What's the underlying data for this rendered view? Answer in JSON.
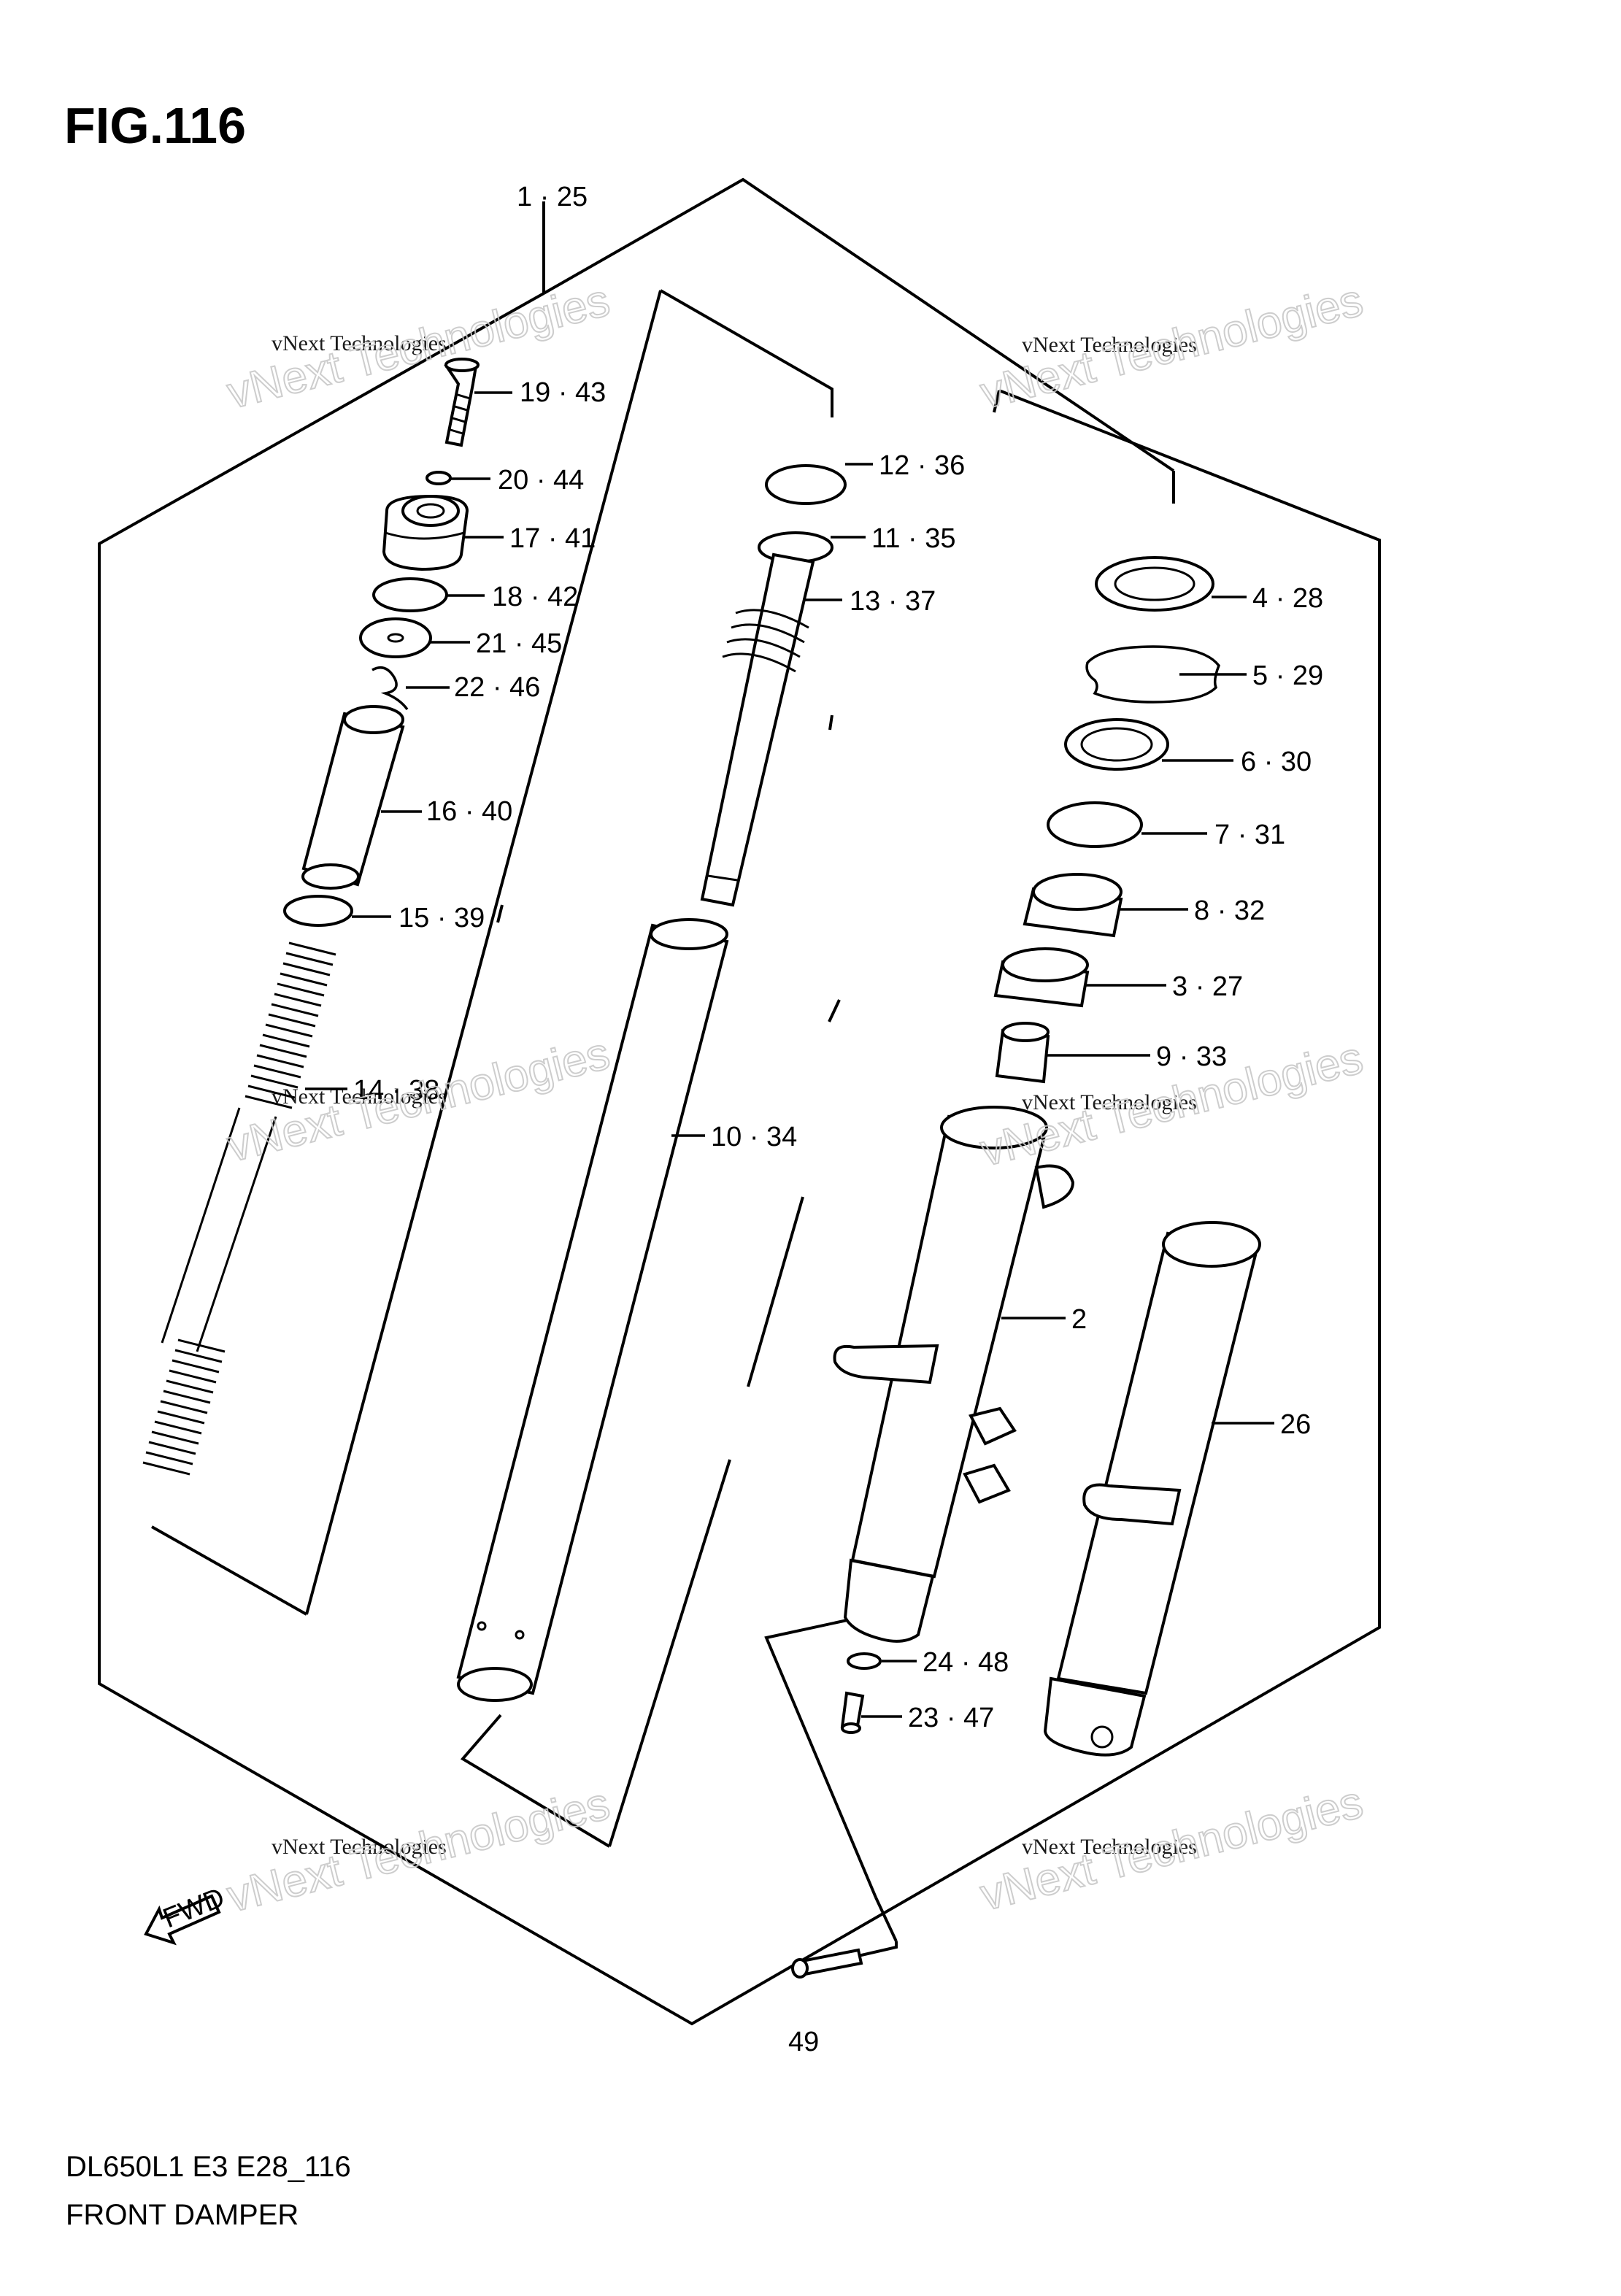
{
  "figure": {
    "title": "FIG.116"
  },
  "footer": {
    "model_code": "DL650L1 E3 E28_116",
    "section_name": "FRONT DAMPER"
  },
  "callouts": [
    {
      "id": "c-1-25",
      "text": "1 · 25"
    },
    {
      "id": "c-19-43",
      "text": "19 · 43"
    },
    {
      "id": "c-20-44",
      "text": "20 · 44"
    },
    {
      "id": "c-17-41",
      "text": "17 · 41"
    },
    {
      "id": "c-18-42",
      "text": "18 · 42"
    },
    {
      "id": "c-21-45",
      "text": "21 · 45"
    },
    {
      "id": "c-22-46",
      "text": "22 · 46"
    },
    {
      "id": "c-16-40",
      "text": "16 · 40"
    },
    {
      "id": "c-15-39",
      "text": "15 · 39"
    },
    {
      "id": "c-14-38",
      "text": "14 · 38"
    },
    {
      "id": "c-12-36",
      "text": "12 · 36"
    },
    {
      "id": "c-11-35",
      "text": "11 · 35"
    },
    {
      "id": "c-13-37",
      "text": "13 · 37"
    },
    {
      "id": "c-10-34",
      "text": "10 · 34"
    },
    {
      "id": "c-4-28",
      "text": "4 · 28"
    },
    {
      "id": "c-5-29",
      "text": "5 · 29"
    },
    {
      "id": "c-6-30",
      "text": "6 · 30"
    },
    {
      "id": "c-7-31",
      "text": "7 · 31"
    },
    {
      "id": "c-8-32",
      "text": "8 · 32"
    },
    {
      "id": "c-3-27",
      "text": "3 · 27"
    },
    {
      "id": "c-9-33",
      "text": "9 · 33"
    },
    {
      "id": "c-2",
      "text": "2"
    },
    {
      "id": "c-26",
      "text": "26"
    },
    {
      "id": "c-24-48",
      "text": "24 · 48"
    },
    {
      "id": "c-23-47",
      "text": "23 · 47"
    },
    {
      "id": "c-49",
      "text": "49"
    }
  ],
  "fwd_arrow": {
    "label": "FWD"
  },
  "watermark": {
    "line1": "vNext Technologies",
    "line2": "vNext Technologies"
  }
}
